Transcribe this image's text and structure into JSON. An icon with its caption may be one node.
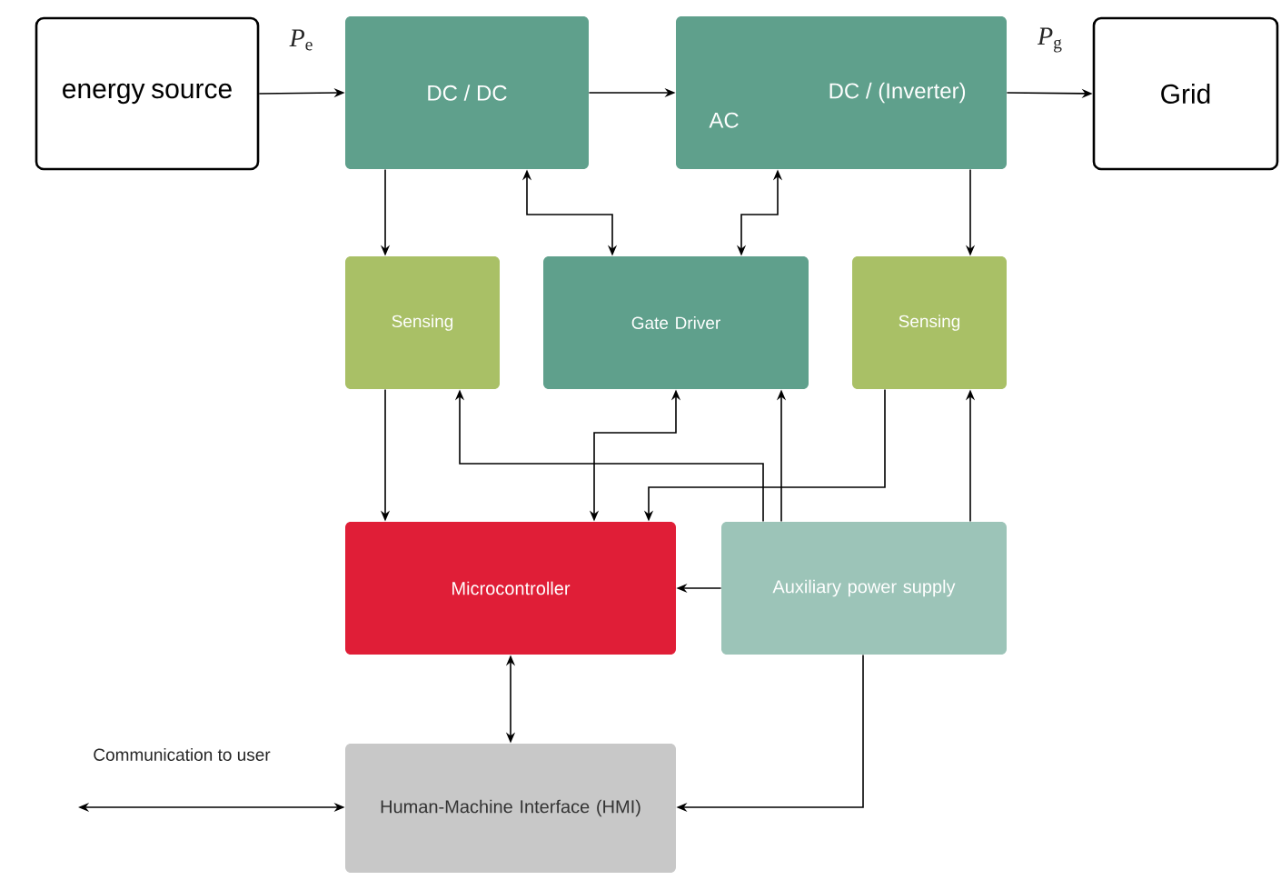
{
  "diagram": {
    "nodes": [
      {
        "text": [
          "energy source"
        ]
      },
      {
        "text": [
          "DC / DC"
        ]
      },
      {
        "text": [
          "DC / (Inverter)",
          "AC"
        ]
      },
      {
        "text": [
          "Grid"
        ]
      },
      {
        "text": [
          "Sensing"
        ]
      },
      {
        "text": [
          "Gate Driver"
        ]
      },
      {
        "text": [
          "Sensing"
        ]
      },
      {
        "text": [
          "Microcontroller"
        ]
      },
      {
        "text": [
          "Auxiliary power supply"
        ]
      },
      {
        "text": [
          "Human-Machine Interface (HMI)"
        ]
      }
    ],
    "edges": [
      {
        "from": 0,
        "to": 1,
        "arrow": "to",
        "label": "*P*$_{e}$"
      },
      {
        "from": 1,
        "to": 2,
        "arrow": "to"
      },
      {
        "from": 2,
        "to": 3,
        "arrow": "to",
        "label": "*P*$_{g}$"
      },
      {
        "from": 1,
        "to": 4,
        "arrow": "to"
      },
      {
        "from": 1,
        "to": 5,
        "arrow": "both"
      },
      {
        "from": 2,
        "to": 5,
        "arrow": "both"
      },
      {
        "from": 2,
        "to": 6,
        "arrow": "to"
      },
      {
        "from": 4,
        "to": 7,
        "arrow": "to"
      },
      {
        "from": 5,
        "to": 7,
        "arrow": "both"
      },
      {
        "from": 6,
        "to": 7,
        "arrow": "to"
      },
      {
        "from": 8,
        "to": 4,
        "arrow": "to"
      },
      {
        "from": 8,
        "to": 5,
        "arrow": "to"
      },
      {
        "from": 8,
        "to": 6,
        "arrow": "to"
      },
      {
        "from": 8,
        "to": 7,
        "arrow": "to"
      },
      {
        "from": 7,
        "to": 9,
        "arrow": "both"
      },
      {
        "from": 8,
        "to": 9,
        "arrow": "to"
      },
      {
        "from": null,
        "to": 9,
        "arrow": "both",
        "label": "Communication to user"
      }
    ]
  }
}
